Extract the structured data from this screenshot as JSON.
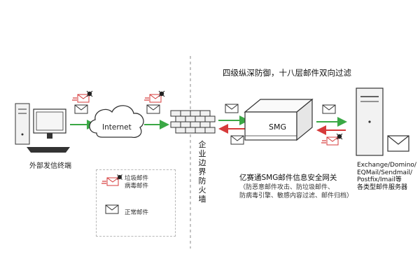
{
  "headline": "四级纵深防御，十八层邮件双向过滤",
  "terminal": {
    "label": "外部发信终端"
  },
  "internet": {
    "label": "Internet"
  },
  "firewall": {
    "label": "企业边界防火墙"
  },
  "gateway": {
    "box_label": "SMG",
    "title": "亿赛通SMG邮件信息安全网关",
    "subtitle": "（防恶意邮件攻击、防垃圾邮件、\n防病毒引擎、敏感内容过滤、邮件归档）"
  },
  "servers": {
    "label": "Exchange/Domino/\nEQMail/Sendmail/\nPostfix/Imail等\n各类型邮件服务器"
  },
  "legend": {
    "spam_label": "垃圾邮件\n病毒邮件",
    "normal_label": "正常邮件"
  },
  "colors": {
    "green_arrow": "#3aa845",
    "red_arrow": "#d63a3a",
    "divider": "#888888",
    "device_fill": "#f2f2f2",
    "outline": "#333333"
  },
  "icons": [
    "computer-icon",
    "cloud-icon",
    "firewall-brick-icon",
    "gateway-box-icon",
    "server-tower-icon",
    "envelope-icon",
    "virus-envelope-icon"
  ]
}
